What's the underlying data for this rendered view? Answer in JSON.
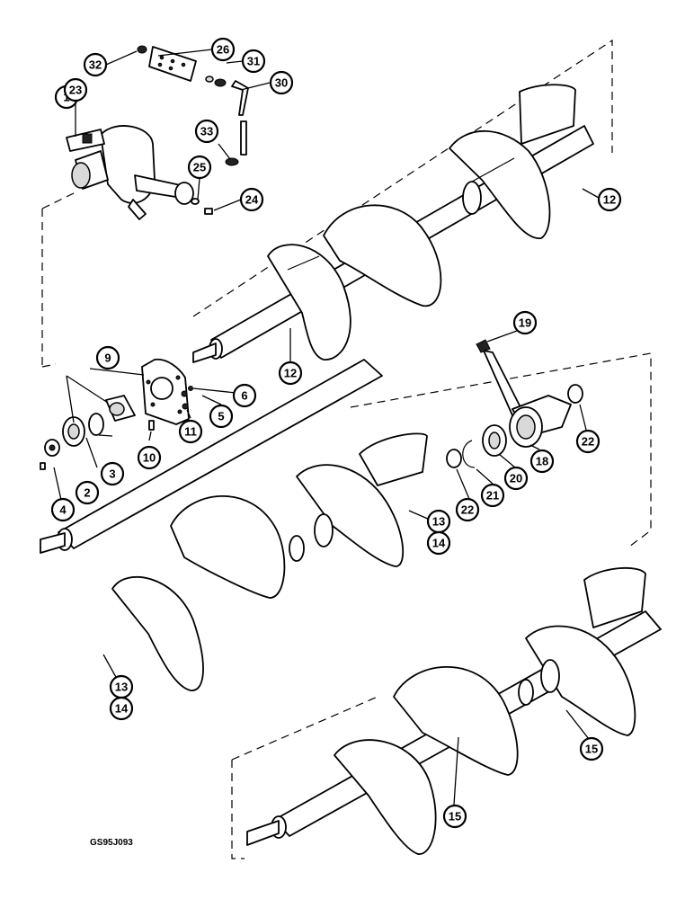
{
  "diagram": {
    "drawing_code": "GS95J093",
    "callouts": [
      {
        "label": "1"
      },
      {
        "label": "2"
      },
      {
        "label": "3"
      },
      {
        "label": "4"
      },
      {
        "label": "5"
      },
      {
        "label": "6"
      },
      {
        "label": "9"
      },
      {
        "label": "10"
      },
      {
        "label": "11"
      },
      {
        "label": "12"
      },
      {
        "label": "12"
      },
      {
        "label": "13"
      },
      {
        "label": "14"
      },
      {
        "label": "13"
      },
      {
        "label": "14"
      },
      {
        "label": "15"
      },
      {
        "label": "15"
      },
      {
        "label": "18"
      },
      {
        "label": "19"
      },
      {
        "label": "20"
      },
      {
        "label": "21"
      },
      {
        "label": "22"
      },
      {
        "label": "22"
      },
      {
        "label": "23"
      },
      {
        "label": "24"
      },
      {
        "label": "25"
      },
      {
        "label": "26"
      },
      {
        "label": "30"
      },
      {
        "label": "31"
      },
      {
        "label": "32"
      },
      {
        "label": "33"
      }
    ]
  }
}
